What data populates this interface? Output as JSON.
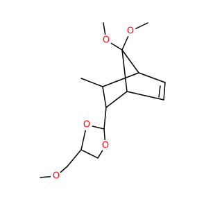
{
  "molecule": {
    "atoms": {
      "o_methoxy_left": "O",
      "o_methoxy_right": "O",
      "o_ring_upper": "O",
      "o_ring_lower": "O",
      "o_ether": "O"
    },
    "colors": {
      "bond": "#000000",
      "oxygen": "#ff0d0d",
      "background": "#ffffff"
    }
  }
}
